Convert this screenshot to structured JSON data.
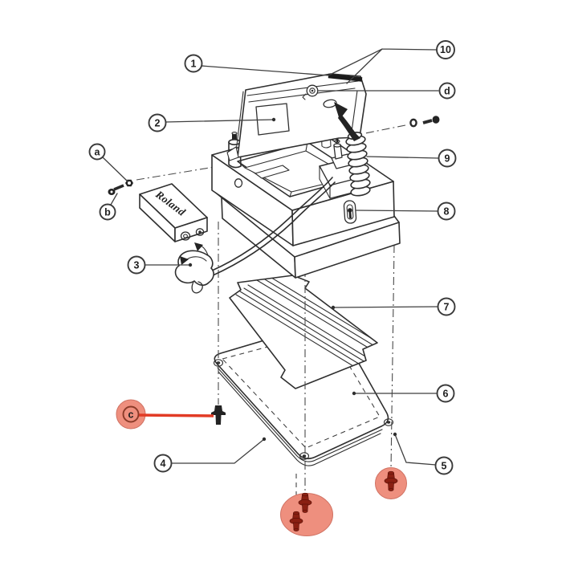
{
  "figure": {
    "type": "exploded-parts-diagram",
    "subject": "Compact effects pedal exploded view",
    "background": "#ffffff"
  },
  "branding": {
    "battery_label": "Roland"
  },
  "callouts": {
    "c1": {
      "label": "1"
    },
    "c2": {
      "label": "2"
    },
    "c3": {
      "label": "3"
    },
    "c4": {
      "label": "4"
    },
    "c5": {
      "label": "5"
    },
    "c6": {
      "label": "6"
    },
    "c7": {
      "label": "7"
    },
    "c8": {
      "label": "8"
    },
    "c9": {
      "label": "9"
    },
    "c10": {
      "label": "10"
    },
    "ca": {
      "label": "a"
    },
    "cb": {
      "label": "b"
    },
    "cc": {
      "label": "c"
    },
    "cd": {
      "label": "d"
    }
  },
  "colors": {
    "line": "#2f2f2f",
    "leader": "#3f3f3f",
    "highlight_fill": "#ee8f7e",
    "highlight_line": "#e23b25",
    "highlight_screw": "#8a2012",
    "highlight_letter": "#7a1f12"
  },
  "highlights": [
    {
      "id": "callout-c-disc",
      "shape": "circle",
      "target": "callout-c"
    },
    {
      "id": "c-leader-line",
      "shape": "line",
      "target": "screw-c"
    },
    {
      "id": "bottom-screws-blob",
      "shape": "ellipse",
      "screw_count": 2
    },
    {
      "id": "right-screw-disc",
      "shape": "circle",
      "screw_count": 1
    }
  ]
}
